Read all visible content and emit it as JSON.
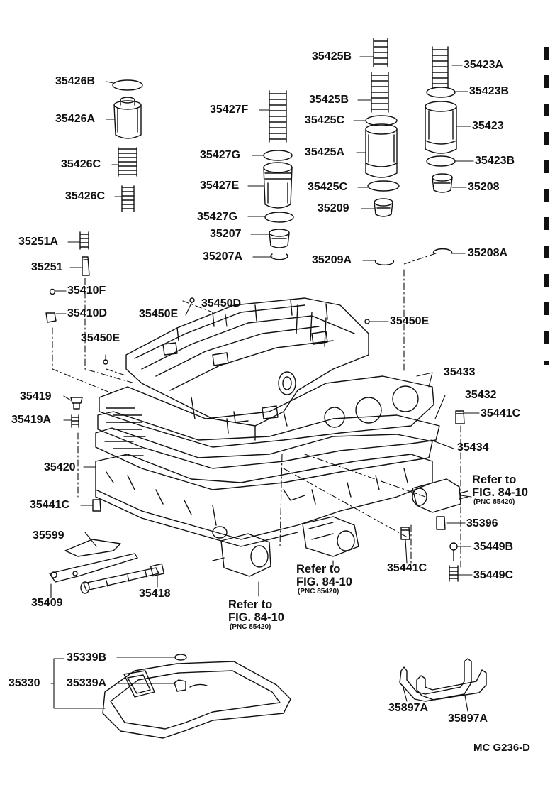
{
  "part_labels": {
    "p35426B": "35426B",
    "p35426A": "35426A",
    "p35426C1": "35426C",
    "p35426C2": "35426C",
    "p35427F": "35427F",
    "p35427G1": "35427G",
    "p35427E": "35427E",
    "p35427G2": "35427G",
    "p35207": "35207",
    "p35207A": "35207A",
    "p35425B1": "35425B",
    "p35425B2": "35425B",
    "p35425C1": "35425C",
    "p35425A": "35425A",
    "p35425C2": "35425C",
    "p35209": "35209",
    "p35209A": "35209A",
    "p35423A": "35423A",
    "p35423B1": "35423B",
    "p35423": "35423",
    "p35423B2": "35423B",
    "p35208": "35208",
    "p35208A": "35208A",
    "p35251A": "35251A",
    "p35251": "35251",
    "p35410F": "35410F",
    "p35410D": "35410D",
    "p35450E1": "35450E",
    "p35450D": "35450D",
    "p35450E2": "35450E",
    "p35450E3": "35450E",
    "p35433": "35433",
    "p35432": "35432",
    "p35441C1": "35441C",
    "p35434": "35434",
    "p35419": "35419",
    "p35419A": "35419A",
    "p35420": "35420",
    "p35441C2": "35441C",
    "p35396": "35396",
    "p35599": "35599",
    "p35441C3": "35441C",
    "p35449B": "35449B",
    "p35449C": "35449C",
    "p35409": "35409",
    "p35418": "35418",
    "p35339B": "35339B",
    "p35330": "35330",
    "p35339A": "35339A",
    "p35897A1": "35897A",
    "p35897A2": "35897A"
  },
  "references": {
    "ref1_line1": "Refer to",
    "ref1_line2": "FIG. 84-10",
    "ref1_pnc": "(PNC 85420)",
    "ref2_line1": "Refer to",
    "ref2_line2": "FIG. 84-10",
    "ref2_pnc": "(PNC 85420)",
    "ref3_line1": "Refer to",
    "ref3_line2": "FIG. 84-10",
    "ref3_pnc": "(PNC 85420)"
  },
  "diagram_code": "MC  G236-D"
}
